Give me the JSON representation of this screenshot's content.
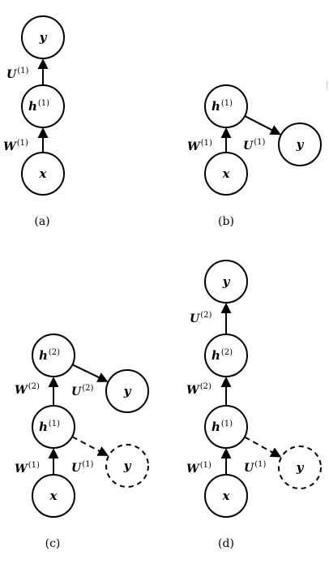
{
  "panels": [
    {
      "id": "a",
      "caption": "(a)",
      "nodes": [
        {
          "id": "y",
          "base": "y",
          "sup": "",
          "style": "solid"
        },
        {
          "id": "h1",
          "base": "h",
          "sup": "(1)",
          "style": "solid"
        },
        {
          "id": "x",
          "base": "x",
          "sup": "",
          "style": "solid"
        }
      ],
      "edges": [
        {
          "from": "x",
          "to": "h1",
          "label_base": "W",
          "label_sup": "(1)",
          "style": "solid"
        },
        {
          "from": "h1",
          "to": "y",
          "label_base": "U",
          "label_sup": "(1)",
          "style": "solid"
        }
      ]
    },
    {
      "id": "b",
      "caption": "(b)",
      "nodes": [
        {
          "id": "h1",
          "base": "h",
          "sup": "(1)",
          "style": "solid"
        },
        {
          "id": "y",
          "base": "y",
          "sup": "",
          "style": "solid"
        },
        {
          "id": "x",
          "base": "x",
          "sup": "",
          "style": "solid"
        }
      ],
      "edges": [
        {
          "from": "x",
          "to": "h1",
          "label_base": "W",
          "label_sup": "(1)",
          "style": "solid"
        },
        {
          "from": "h1",
          "to": "y",
          "label_base": "U",
          "label_sup": "(1)",
          "style": "solid"
        }
      ]
    },
    {
      "id": "c",
      "caption": "(c)",
      "nodes": [
        {
          "id": "h2",
          "base": "h",
          "sup": "(2)",
          "style": "solid"
        },
        {
          "id": "y2",
          "base": "y",
          "sup": "",
          "style": "solid"
        },
        {
          "id": "h1",
          "base": "h",
          "sup": "(1)",
          "style": "solid"
        },
        {
          "id": "y1",
          "base": "y",
          "sup": "",
          "style": "dashed"
        },
        {
          "id": "x",
          "base": "x",
          "sup": "",
          "style": "solid"
        }
      ],
      "edges": [
        {
          "from": "x",
          "to": "h1",
          "label_base": "W",
          "label_sup": "(1)",
          "style": "solid"
        },
        {
          "from": "h1",
          "to": "h2",
          "label_base": "W",
          "label_sup": "(2)",
          "style": "solid"
        },
        {
          "from": "h2",
          "to": "y2",
          "label_base": "U",
          "label_sup": "(2)",
          "style": "solid"
        },
        {
          "from": "h1",
          "to": "y1",
          "label_base": "U",
          "label_sup": "(1)",
          "style": "dashed"
        }
      ]
    },
    {
      "id": "d",
      "caption": "(d)",
      "nodes": [
        {
          "id": "y2",
          "base": "y",
          "sup": "",
          "style": "solid"
        },
        {
          "id": "h2",
          "base": "h",
          "sup": "(2)",
          "style": "solid"
        },
        {
          "id": "h1",
          "base": "h",
          "sup": "(1)",
          "style": "solid"
        },
        {
          "id": "y1",
          "base": "y",
          "sup": "",
          "style": "dashed"
        },
        {
          "id": "x",
          "base": "x",
          "sup": "",
          "style": "solid"
        }
      ],
      "edges": [
        {
          "from": "x",
          "to": "h1",
          "label_base": "W",
          "label_sup": "(1)",
          "style": "solid"
        },
        {
          "from": "h1",
          "to": "h2",
          "label_base": "W",
          "label_sup": "(2)",
          "style": "solid"
        },
        {
          "from": "h2",
          "to": "y2",
          "label_base": "U",
          "label_sup": "(2)",
          "style": "solid"
        },
        {
          "from": "h1",
          "to": "y1",
          "label_base": "U",
          "label_sup": "(1)",
          "style": "dashed"
        }
      ]
    }
  ]
}
